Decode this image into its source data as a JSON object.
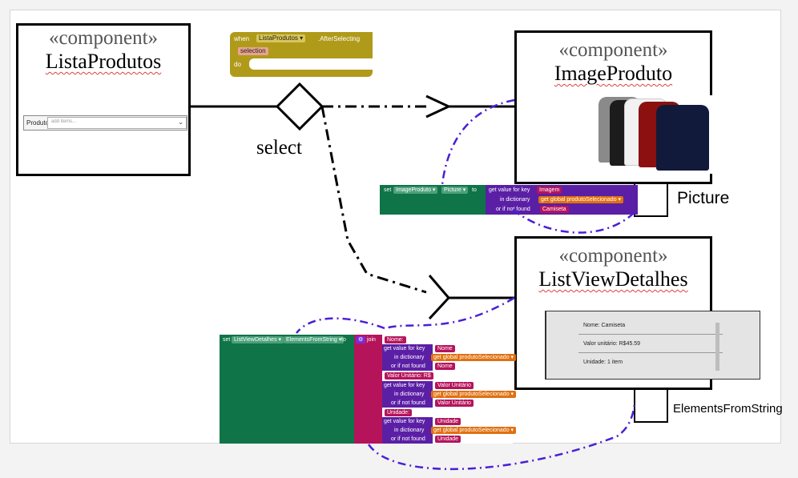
{
  "components": {
    "lista": {
      "stereotype": "«component»",
      "name": "ListaProdutos",
      "phone_label": "Produto:",
      "phone_placeholder": "add items..."
    },
    "image": {
      "stereotype": "«component»",
      "name": "ImageProduto"
    },
    "listview": {
      "stereotype": "«component»",
      "name": "ListViewDetalhes",
      "rows": [
        "Nome: Camiseta",
        "Valor unitário: R$45.59",
        "Unidade: 1 item"
      ]
    }
  },
  "decision_label": "select",
  "ports": {
    "picture": "Picture",
    "elements": "ElementsFromString"
  },
  "event_block": {
    "when": "when",
    "component": "ListaProdutos ▾",
    "event": ".AfterSelecting",
    "param": "selection",
    "do": "do"
  },
  "picture_block": {
    "set": "set",
    "component": "ImageProduto ▾",
    "property": "Picture ▾",
    "to": "to",
    "get_value": "get value for key",
    "key": "Imagem",
    "in_dict": "in dictionary",
    "get": "get",
    "global": "global produtoSelecionado ▾",
    "not_found": "or if not found",
    "default": "Camiseta"
  },
  "elements_block": {
    "set": "set",
    "component": "ListViewDetalhes ▾",
    "property": "ElementsFromString ▾",
    "to": "to",
    "join": "join",
    "items": [
      {
        "text": "Nome: ",
        "key": "Nome",
        "default": "Nome"
      },
      {
        "text": "Valor Unitário: R$",
        "key": "Valor Unitário",
        "default": "Valor Unitário"
      },
      {
        "text": "Unidade: ",
        "key": "Unidade",
        "default": "Unidade"
      }
    ],
    "get_value": "get value for key",
    "in_dict": "in dictionary",
    "get": "get",
    "global": "global produtoSelecionado ▾",
    "not_found": "or if not found"
  },
  "colors": {
    "dependency": "#4a1fd6",
    "set_block": "#0f7448",
    "dict_block": "#5b1fa5",
    "text_block": "#b5145b",
    "event_block": "#b09a1a",
    "get_block": "#e07010"
  }
}
